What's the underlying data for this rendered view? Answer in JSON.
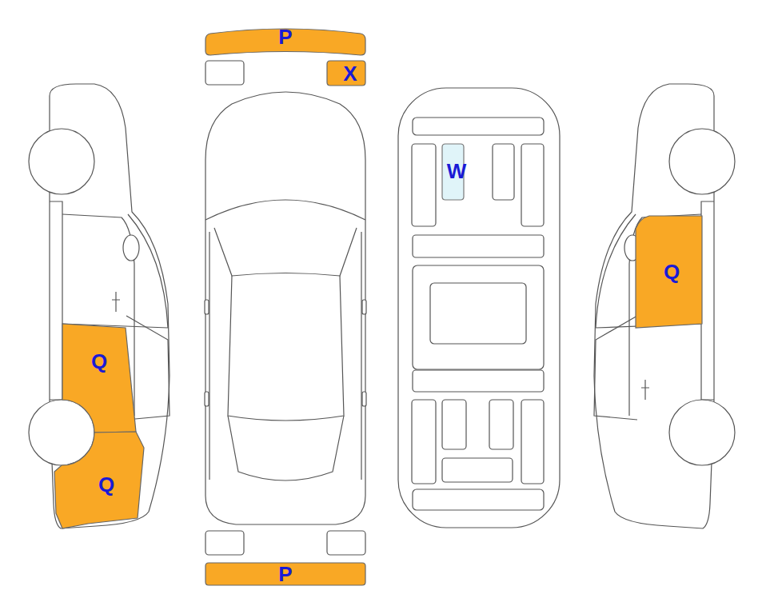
{
  "diagram": {
    "nodes": [
      {
        "text": [
          "P"
        ]
      },
      {
        "text": [
          "X"
        ]
      },
      {
        "text": [
          "W"
        ]
      },
      {
        "text": [
          "Q"
        ]
      },
      {
        "text": [
          "Q"
        ]
      },
      {
        "text": [
          "Q"
        ]
      },
      {
        "text": [
          "P"
        ]
      }
    ],
    "edges": []
  }
}
